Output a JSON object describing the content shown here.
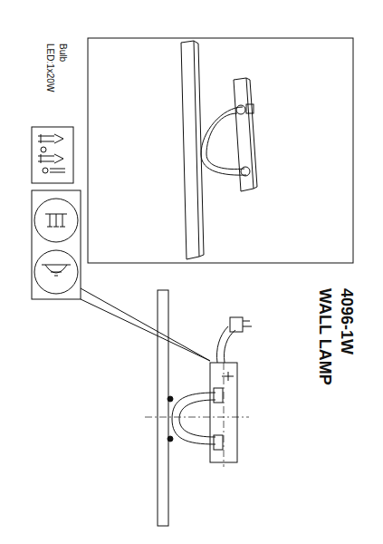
{
  "diagram": {
    "title": "4096-1W",
    "labels": [
      "WALL LAMP",
      "Bulb",
      "LED:1x20W"
    ]
  }
}
